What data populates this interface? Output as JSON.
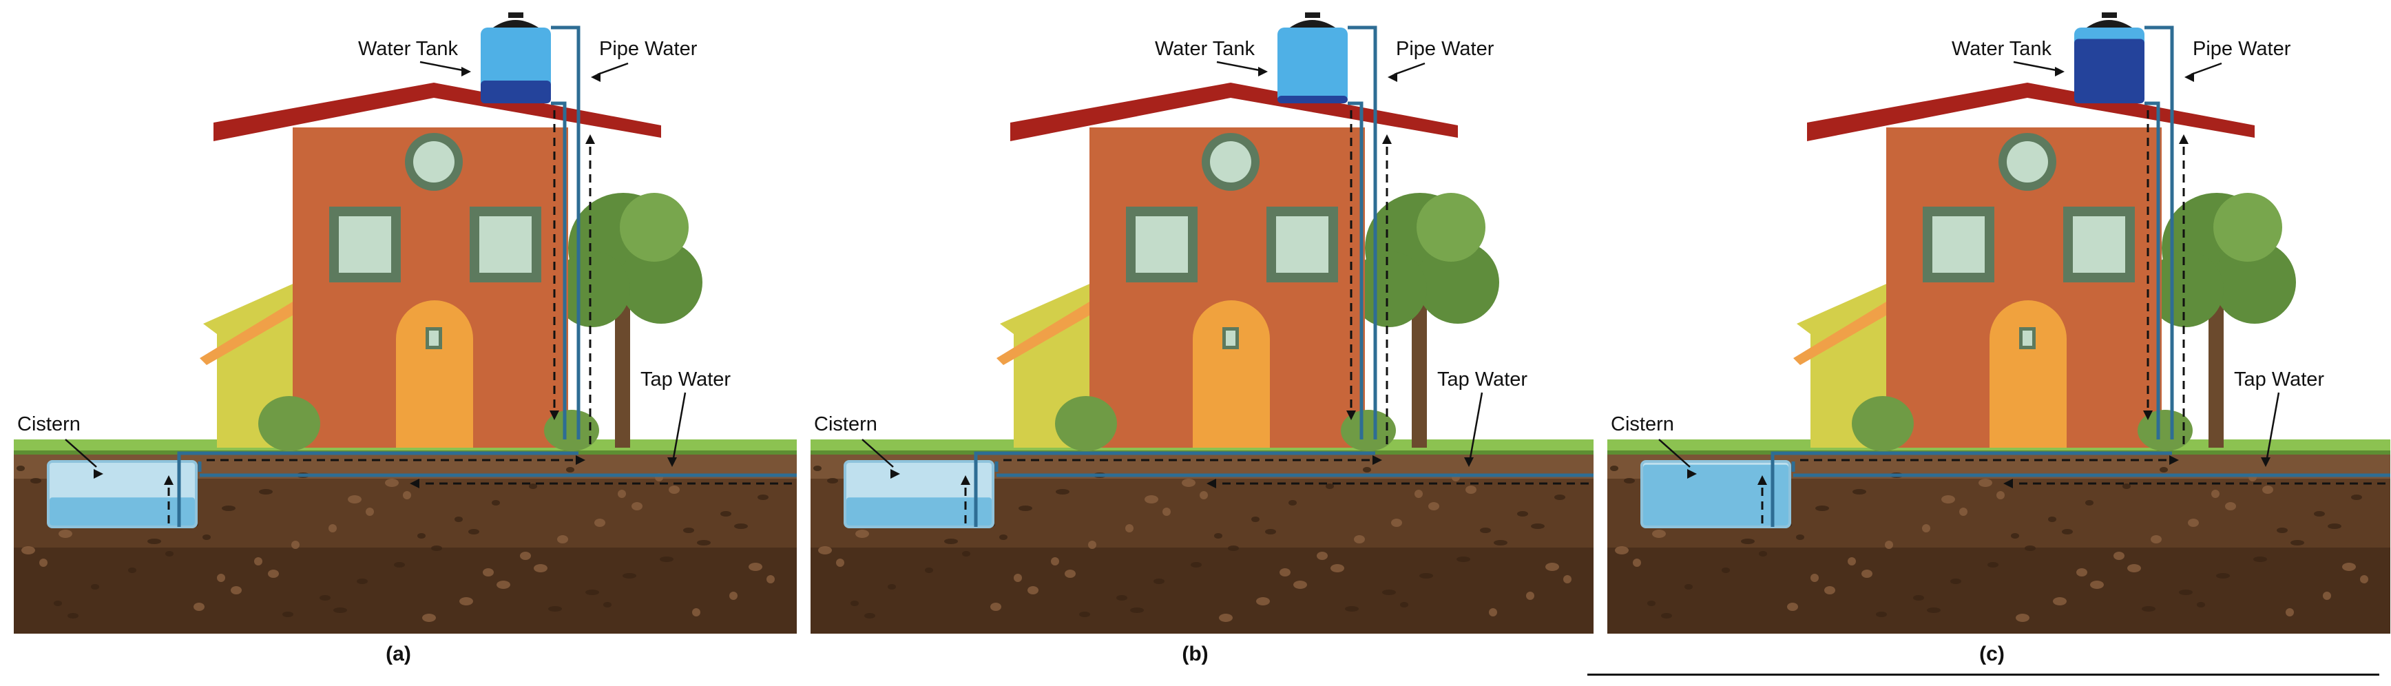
{
  "colors": {
    "roof": "#a8221b",
    "wall": "#c8663a",
    "door": "#f0a23e",
    "window_frame": "#5d7a5e",
    "window_glass": "#c3dcca",
    "annex_wall": "#d3cf4a",
    "annex_roof": "#f0a048",
    "grass": "#8cc251",
    "soil_top": "#7a5436",
    "soil_mid": "#5e3d24",
    "soil_bottom": "#4a2f1b",
    "pipe": "#2e6d94",
    "tank_water": "#4fb0e6",
    "tank_dark": "#24439b",
    "cistern_light": "#bfe0ee",
    "cistern_water": "#74bde0",
    "tree": "#5f8d3c",
    "trunk": "#6b4a2d"
  },
  "panels": [
    {
      "id": "a",
      "label": "(a)",
      "callouts": {
        "water_tank": "Water Tank",
        "pipe_water": "Pipe Water",
        "tap_water": "Tap Water",
        "cistern": "Cistern"
      },
      "tank_fill_level": 0.3,
      "cistern_fill_level": 0.45
    },
    {
      "id": "b",
      "label": "(b)",
      "callouts": {
        "water_tank": "Water Tank",
        "pipe_water": "Pipe Water",
        "tap_water": "Tap Water",
        "cistern": "Cistern"
      },
      "tank_fill_level": 0.1,
      "cistern_fill_level": 0.45
    },
    {
      "id": "c",
      "label": "(c)",
      "callouts": {
        "water_tank": "Water Tank",
        "pipe_water": "Pipe Water",
        "tap_water": "Tap Water",
        "cistern": "Cistern"
      },
      "tank_fill_level": 0.85,
      "cistern_fill_level": 0.95
    }
  ]
}
